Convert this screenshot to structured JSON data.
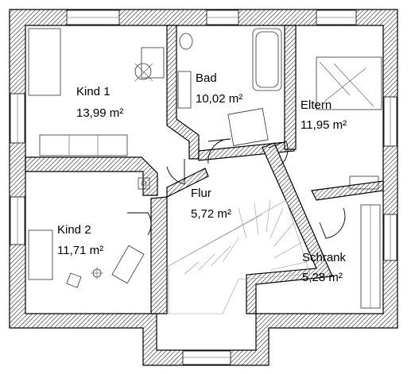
{
  "rooms": {
    "kind1": {
      "name": "Kind 1",
      "area": "13,99 m²"
    },
    "bad": {
      "name": "Bad",
      "area": "10,02 m²"
    },
    "eltern": {
      "name": "Eltern",
      "area": "11,95 m²"
    },
    "flur": {
      "name": "Flur",
      "area": "5,72 m²"
    },
    "kind2": {
      "name": "Kind 2",
      "area": "11,71 m²"
    },
    "schrank": {
      "name": "Schrank",
      "area": "5,28 m²"
    }
  },
  "colors": {
    "wall_outline": "#000000",
    "hatch": "#000000",
    "background": "#ffffff"
  }
}
